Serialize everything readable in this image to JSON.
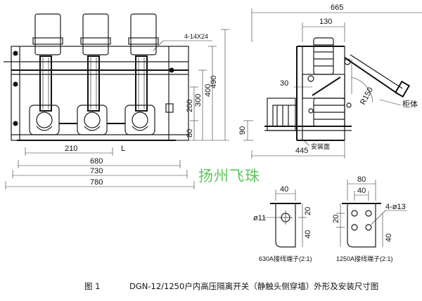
{
  "watermark": "扬州飞珠",
  "caption": {
    "figure_label": "图 1",
    "title": "DGN-12/1250户内高压隔离开关（静触头侧穿墙）外形及安装尺寸图"
  },
  "front_view": {
    "hole_note": "4-14X24",
    "dims": {
      "overall_width": "780",
      "mid_width": "730",
      "inner_width": "680",
      "pole_pitch": "210",
      "pole_spacing_label": "L",
      "total_height": "490",
      "height_400": "400",
      "height_300": "300",
      "height_200": "200",
      "height_80": "80"
    }
  },
  "side_view": {
    "dims": {
      "overall": "665",
      "top": "130",
      "offset_30": "30",
      "arc_radius": "R150",
      "depth": "445",
      "base_height": "90"
    },
    "labels": {
      "cabinet": "柜体",
      "mounting_plane": "安装面"
    }
  },
  "terminal_630": {
    "caption": "630A接线端子(2:1)",
    "dims": {
      "width": "40",
      "hole": "ø11",
      "h1": "20",
      "h2": "40"
    }
  },
  "terminal_1250": {
    "caption": "1250A接线端子(2:1)",
    "dims": {
      "width_total": "80",
      "width_half": "40",
      "holes": "4-ø13",
      "h1": "20",
      "h2": "40"
    }
  }
}
